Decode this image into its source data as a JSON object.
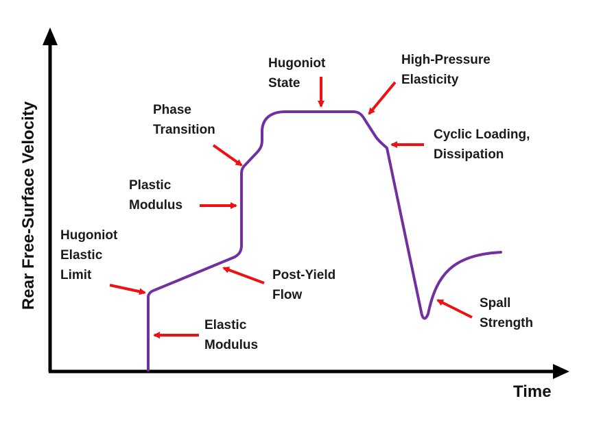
{
  "axes": {
    "x_label": "Time",
    "y_label": "Rear Free-Surface Velocity"
  },
  "colors": {
    "curve": "#7030A0",
    "arrows": "#EE1111",
    "axes": "#000000",
    "text": "#1a1a1a"
  },
  "annotations": {
    "hugoniot_elastic_limit": [
      "Hugoniot",
      "Elastic",
      "Limit"
    ],
    "elastic_modulus": [
      "Elastic",
      "Modulus"
    ],
    "post_yield_flow": [
      "Post-Yield",
      "Flow"
    ],
    "plastic_modulus": [
      "Plastic",
      "Modulus"
    ],
    "phase_transition": [
      "Phase",
      "Transition"
    ],
    "hugoniot_state": [
      "Hugoniot",
      "State"
    ],
    "high_pressure_elasticity": [
      "High-Pressure",
      "Elasticity"
    ],
    "cyclic_loading": [
      "Cyclic Loading,",
      "Dissipation"
    ],
    "spall_strength": [
      "Spall",
      "Strength"
    ]
  }
}
